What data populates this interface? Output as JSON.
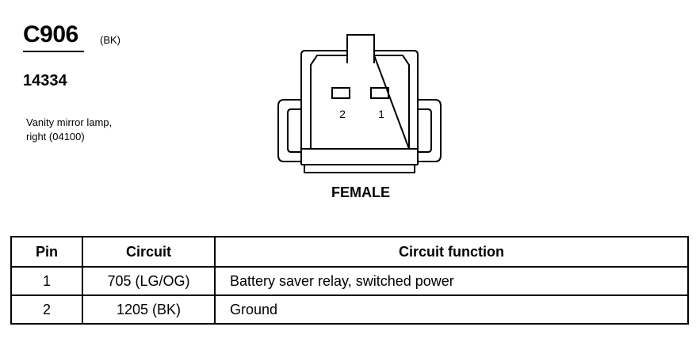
{
  "connector": {
    "id": "C906",
    "color_code": "(BK)",
    "part_number": "14334",
    "description": [
      "Vanity mirror lamp,",
      "right (04100)"
    ],
    "pin_labels": [
      "2",
      "1"
    ],
    "gender": "FEMALE"
  },
  "table": {
    "headers": [
      "Pin",
      "Circuit",
      "Circuit function"
    ],
    "rows": [
      {
        "pin": "1",
        "circuit": "705 (LG/OG)",
        "function": "Battery saver relay, switched power"
      },
      {
        "pin": "2",
        "circuit": "1205 (BK)",
        "function": "Ground"
      }
    ]
  }
}
